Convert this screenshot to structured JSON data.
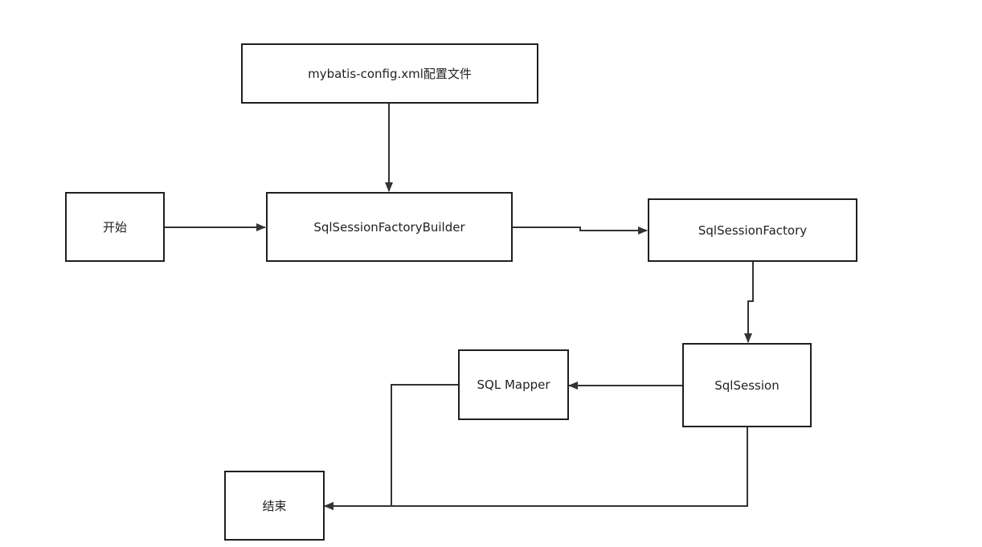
{
  "diagram": {
    "line_color": "#333333",
    "nodes": {
      "config": "mybatis-config.xml配置文件",
      "start": "开始",
      "builder": "SqlSessionFactoryBuilder",
      "factory": "SqlSessionFactory",
      "session": "SqlSession",
      "mapper": "SQL Mapper",
      "end": "结束"
    }
  }
}
